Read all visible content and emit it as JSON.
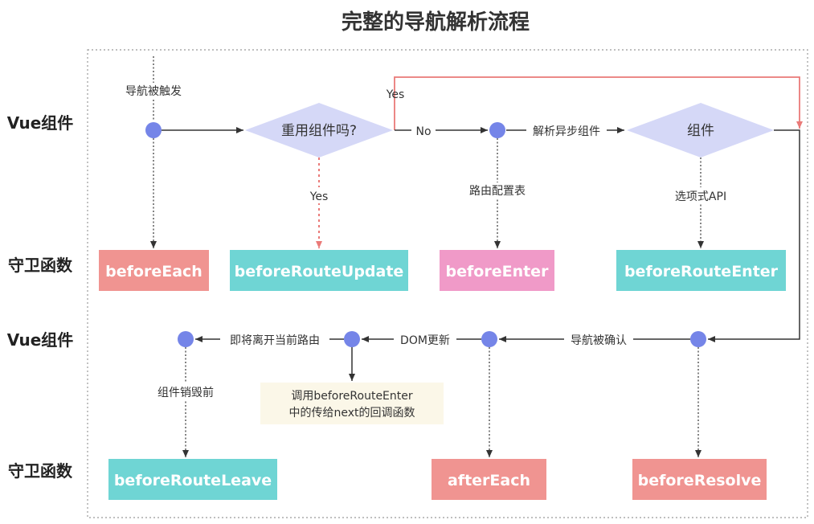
{
  "title": "完整的导航解析流程",
  "rows": {
    "vue_component_top": "Vue组件",
    "guard_top": "守卫函数",
    "vue_component_bottom": "Vue组件",
    "guard_bottom": "守卫函数"
  },
  "decisions": {
    "reuse_component": "重用组件吗?",
    "component": "组件"
  },
  "guards": {
    "before_each": "beforeEach",
    "before_route_update": "beforeRouteUpdate",
    "before_enter": "beforeEnter",
    "before_route_enter": "beforeRouteEnter",
    "before_route_leave": "beforeRouteLeave",
    "after_each": "afterEach",
    "before_resolve": "beforeResolve"
  },
  "edges": {
    "navigation_triggered": "导航被触发",
    "yes_top": "Yes",
    "no": "No",
    "yes_down": "Yes",
    "resolve_async_components": "解析异步组件",
    "route_config": "路由配置表",
    "options_api": "选项式API",
    "navigation_confirmed": "导航被确认",
    "dom_update": "DOM更新",
    "about_to_leave_route": "即将离开当前路由",
    "component_destroy_before": "组件销毁前"
  },
  "note": {
    "line1": "调用beforeRouteEnter",
    "line2": "中的传给next的回调函数"
  },
  "colors": {
    "salmon": "#f09491",
    "teal": "#6fd5d4",
    "pink": "#f09ac8",
    "diamond": "#d5d8f7",
    "node": "#7585e8",
    "yes_path": "#ea7a78",
    "note_bg": "#fbf7e8",
    "border": "#999999"
  }
}
